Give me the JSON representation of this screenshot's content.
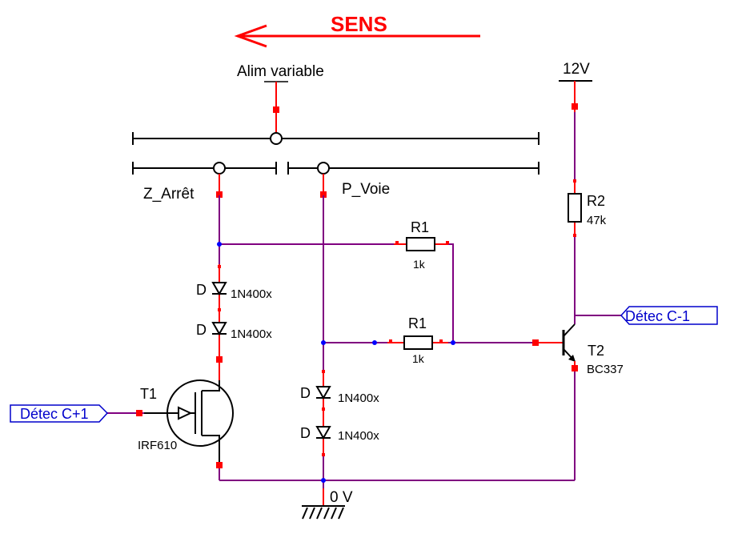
{
  "title": "SENS",
  "colors": {
    "wire": "#800080",
    "pin": "#ff0000",
    "junction": "#0000ff",
    "component": "#000000",
    "port": "#0000cc",
    "title": "#ff0000"
  },
  "power": {
    "supply": "Alim variable",
    "v12": "12V",
    "ground": "0 V"
  },
  "rails": {
    "z_arret": "Z_Arrêt",
    "p_voie": "P_Voie"
  },
  "components": {
    "r1_top": {
      "name": "R1",
      "value": "1k"
    },
    "r1_bottom": {
      "name": "R1",
      "value": "1k"
    },
    "r2": {
      "name": "R2",
      "value": "47k"
    },
    "t1": {
      "name": "T1",
      "value": "IRF610"
    },
    "t2": {
      "name": "T2",
      "value": "BC337"
    },
    "diodes": [
      {
        "name": "D",
        "value": "1N400x"
      },
      {
        "name": "D",
        "value": "1N400x"
      },
      {
        "name": "D",
        "value": "1N400x"
      },
      {
        "name": "D",
        "value": "1N400x"
      }
    ]
  },
  "ports": {
    "detec_plus": "Détec C+1",
    "detec_minus": "Détec C-1"
  }
}
